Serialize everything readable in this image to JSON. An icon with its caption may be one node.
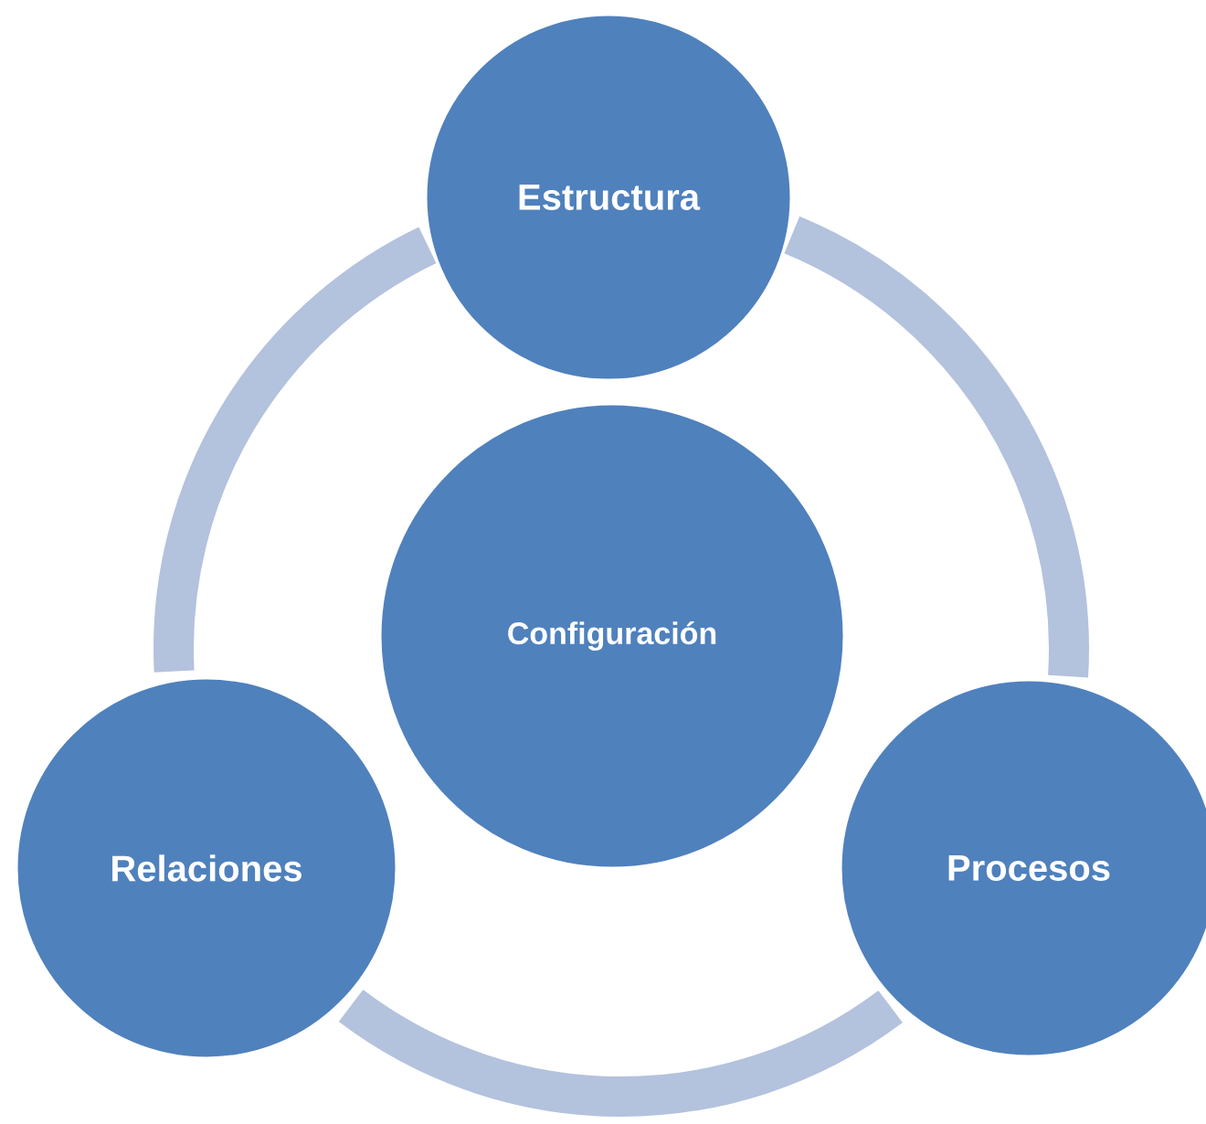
{
  "diagram": {
    "nodes": [
      {
        "text": [
          "Estructura"
        ]
      },
      {
        "text": [
          "Configuración"
        ]
      },
      {
        "text": [
          "Relaciones"
        ]
      },
      {
        "text": [
          "Procesos"
        ]
      }
    ],
    "edges": [
      {
        "from": 0,
        "to": 3,
        "arrow": "none"
      },
      {
        "from": 3,
        "to": 2,
        "arrow": "none"
      },
      {
        "from": 2,
        "to": 0,
        "arrow": "none"
      }
    ]
  }
}
